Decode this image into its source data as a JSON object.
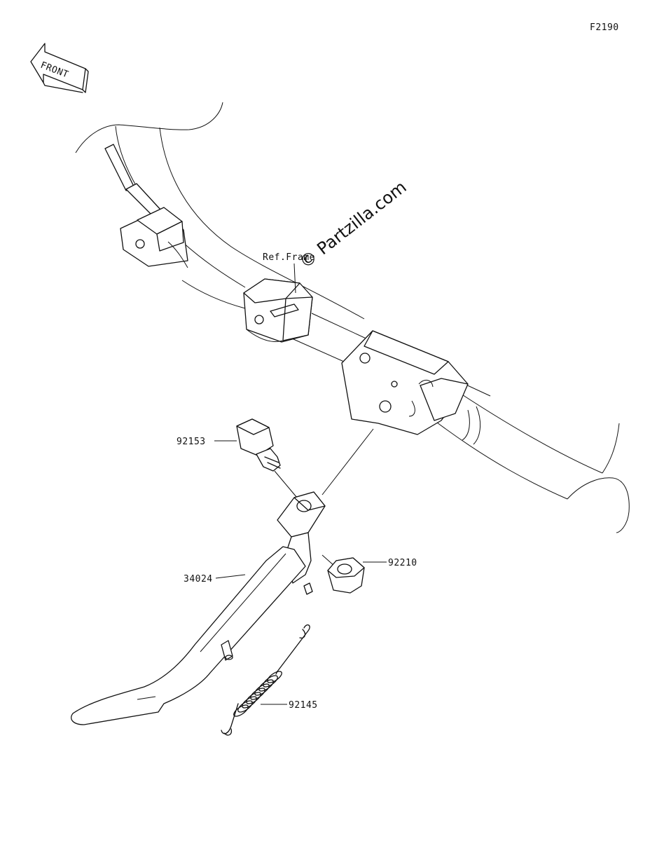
{
  "figure_code": "F2190",
  "front_badge": "FRONT",
  "ref_label": "Ref.Frame",
  "watermark": "© Partzilla.com",
  "callouts": {
    "bolt": "92153",
    "stand": "34024",
    "nut": "92210",
    "spring": "92145"
  },
  "colors": {
    "ink": "#111111",
    "paper": "#ffffff"
  }
}
